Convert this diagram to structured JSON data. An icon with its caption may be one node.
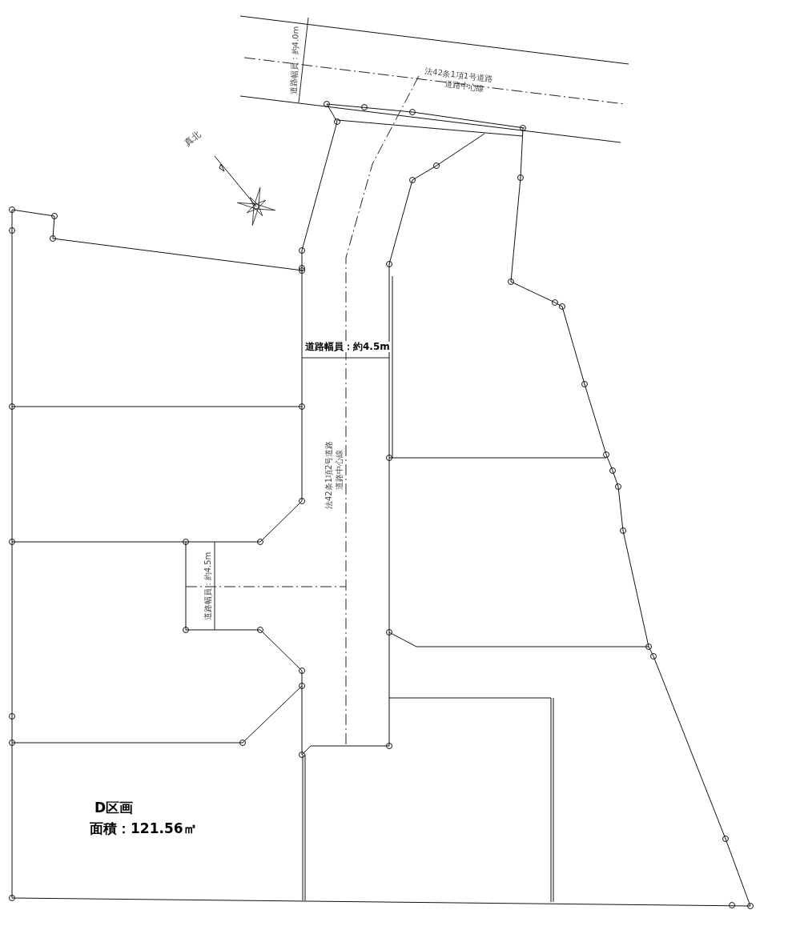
{
  "diagram": {
    "labels": [
      "真北",
      "道路幅員：約4.0m",
      "法42条1項1号道路",
      "道路中心線",
      "道路幅員：約4.5m",
      "法42条1項2号道路",
      "道路中心線",
      "道路幅員：約4.5m",
      "D区画",
      "面積：121.56㎡"
    ]
  }
}
